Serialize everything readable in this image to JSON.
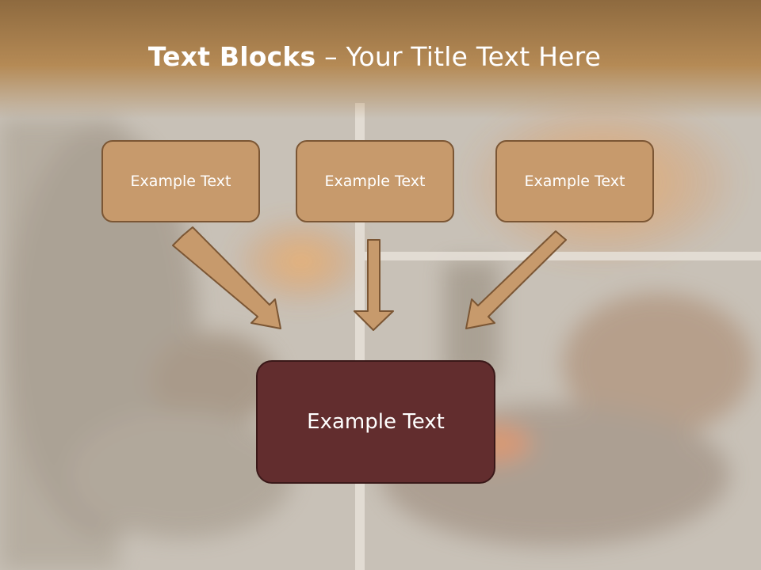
{
  "title": {
    "bold": "Text Blocks",
    "separator": " – ",
    "rest": "Your Title Text Here"
  },
  "boxes": [
    {
      "label": "Example Text"
    },
    {
      "label": "Example Text"
    },
    {
      "label": "Example Text"
    }
  ],
  "target": {
    "label": "Example Text"
  },
  "colors": {
    "box_fill": "#c79a6c",
    "box_border": "#7b5634",
    "target_fill": "#622d2e",
    "title_band": "#a27a4b"
  }
}
